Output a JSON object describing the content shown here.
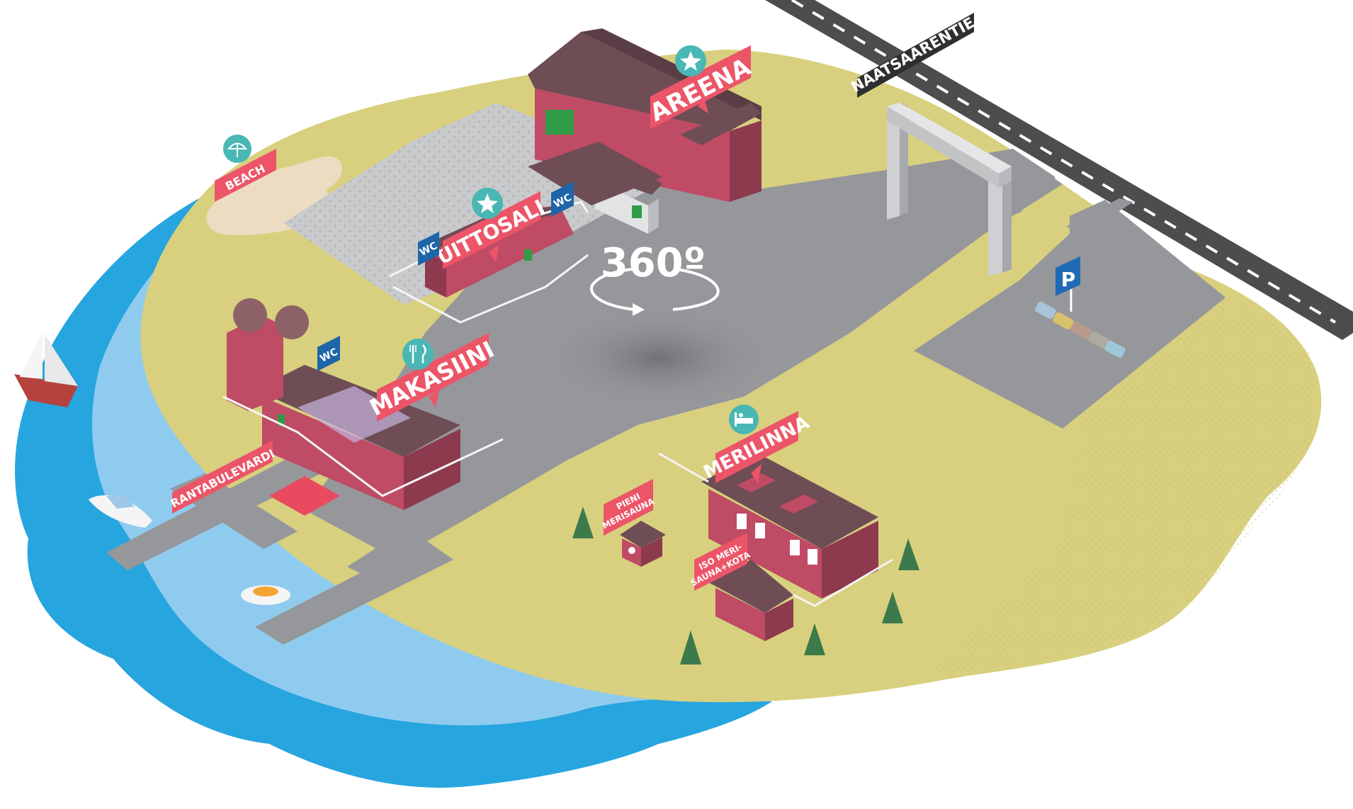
{
  "colors": {
    "sea_dark": "#27a5df",
    "sea_light": "#8fcbee",
    "land": "#d8d07e",
    "sand": "#eddcc2",
    "asphalt": "#96979b",
    "asphalt_dark": "#7a7b80",
    "road": "#4d4d50",
    "roof": "#6e4d55",
    "wall": "#bf4b64",
    "wall_dark": "#8d3a4f",
    "label_red": "#ec5568",
    "icon_teal": "#49b7b4",
    "wc_blue": "#1d65a8",
    "parking_blue": "#1f6bb3",
    "tree": "#3d7a4b",
    "door": "#2e9c46"
  },
  "labels": {
    "areena": "AREENA",
    "uittosali": "UITTOSALI",
    "beach": "BEACH",
    "makasiini": "MAKASIINI",
    "merilinna": "MERILINNA",
    "rantabulevardi": "RANTABULEVARDI",
    "pieni_merisauna_line1": "PIENI",
    "pieni_merisauna_line2": "MERISAUNA",
    "iso_merisauna_line1": "ISO MERI-",
    "iso_merisauna_line2": "SAUNA+KOTA",
    "road": "NÄÄTSAARENTIE",
    "wc": "WC",
    "parking": "P",
    "view360": "360º"
  },
  "icons": {
    "areena": "star-icon",
    "uittosali": "star-icon",
    "beach": "umbrella-icon",
    "makasiini": "restaurant-icon",
    "merilinna": "bed-icon",
    "rotate": "rotate-arrows-icon",
    "parking": "parking-icon"
  }
}
